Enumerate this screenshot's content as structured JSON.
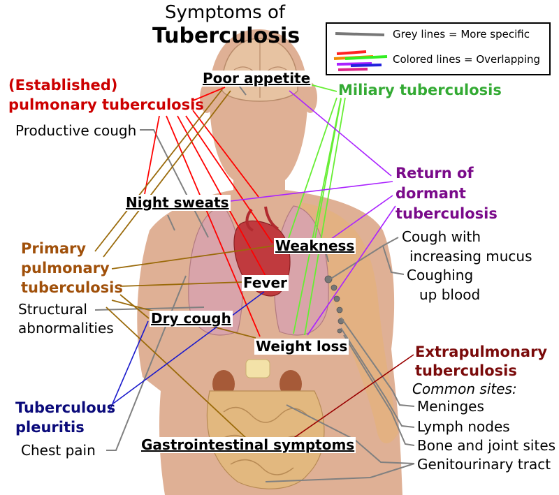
{
  "title": {
    "line1": "Symptoms of",
    "line2": "Tuberculosis"
  },
  "legend": {
    "grey": "Grey lines = More specific",
    "colored": "Colored lines = Overlapping"
  },
  "categories": {
    "established": {
      "line1": "(Established)",
      "line2": "pulmonary tuberculosis",
      "color": "#cc0000"
    },
    "miliary": {
      "label": "Miliary tuberculosis",
      "color": "#33aa33"
    },
    "dormant": {
      "line1": "Return of",
      "line2": "dormant",
      "line3": "tuberculosis",
      "color": "#7a0a8a"
    },
    "primary": {
      "line1": "Primary",
      "line2": "pulmonary",
      "line3": "tuberculosis",
      "color": "#a0500a"
    },
    "pleuritis": {
      "line1": "Tuberculous",
      "line2": "pleuritis",
      "color": "#0a0a7a"
    },
    "extrapulmonary": {
      "line1": "Extrapulmonary",
      "line2": "tuberculosis",
      "line3": "Common sites:",
      "color": "#7a0a0a"
    }
  },
  "symptoms": {
    "poor_appetite": "Poor appetite",
    "productive_cough": "Productive cough",
    "night_sweats": "Night sweats",
    "weakness": "Weakness",
    "fever": "Fever",
    "structural_1": "Structural",
    "structural_2": "abnormalities",
    "dry_cough": "Dry cough",
    "weight_loss": "Weight loss",
    "cough_mucus_1": "Cough with",
    "cough_mucus_2": "increasing mucus",
    "coughing_blood_1": "Coughing",
    "coughing_blood_2": "up blood",
    "chest_pain": "Chest pain",
    "gi": "Gastrointestinal symptoms"
  },
  "sites": {
    "meninges": "Meninges",
    "lymph": "Lymph nodes",
    "bone": "Bone and joint sites",
    "gu": "Genitourinary tract"
  }
}
